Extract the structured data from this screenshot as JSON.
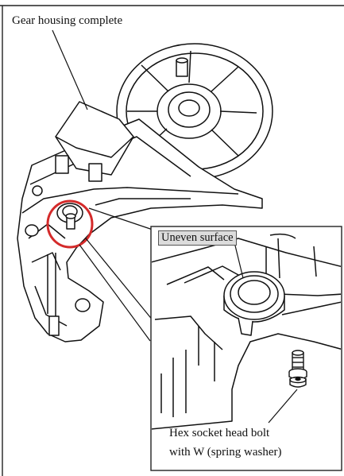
{
  "labels": {
    "gear_housing": "Gear housing complete",
    "uneven_surface": "Uneven surface",
    "bolt_line1": "Hex socket head bolt",
    "bolt_line2": "with W (spring washer)"
  },
  "colors": {
    "line": "#111111",
    "highlight_circle": "#d42a2a",
    "label_box_fill": "#dcdcdc",
    "background": "#ffffff"
  }
}
